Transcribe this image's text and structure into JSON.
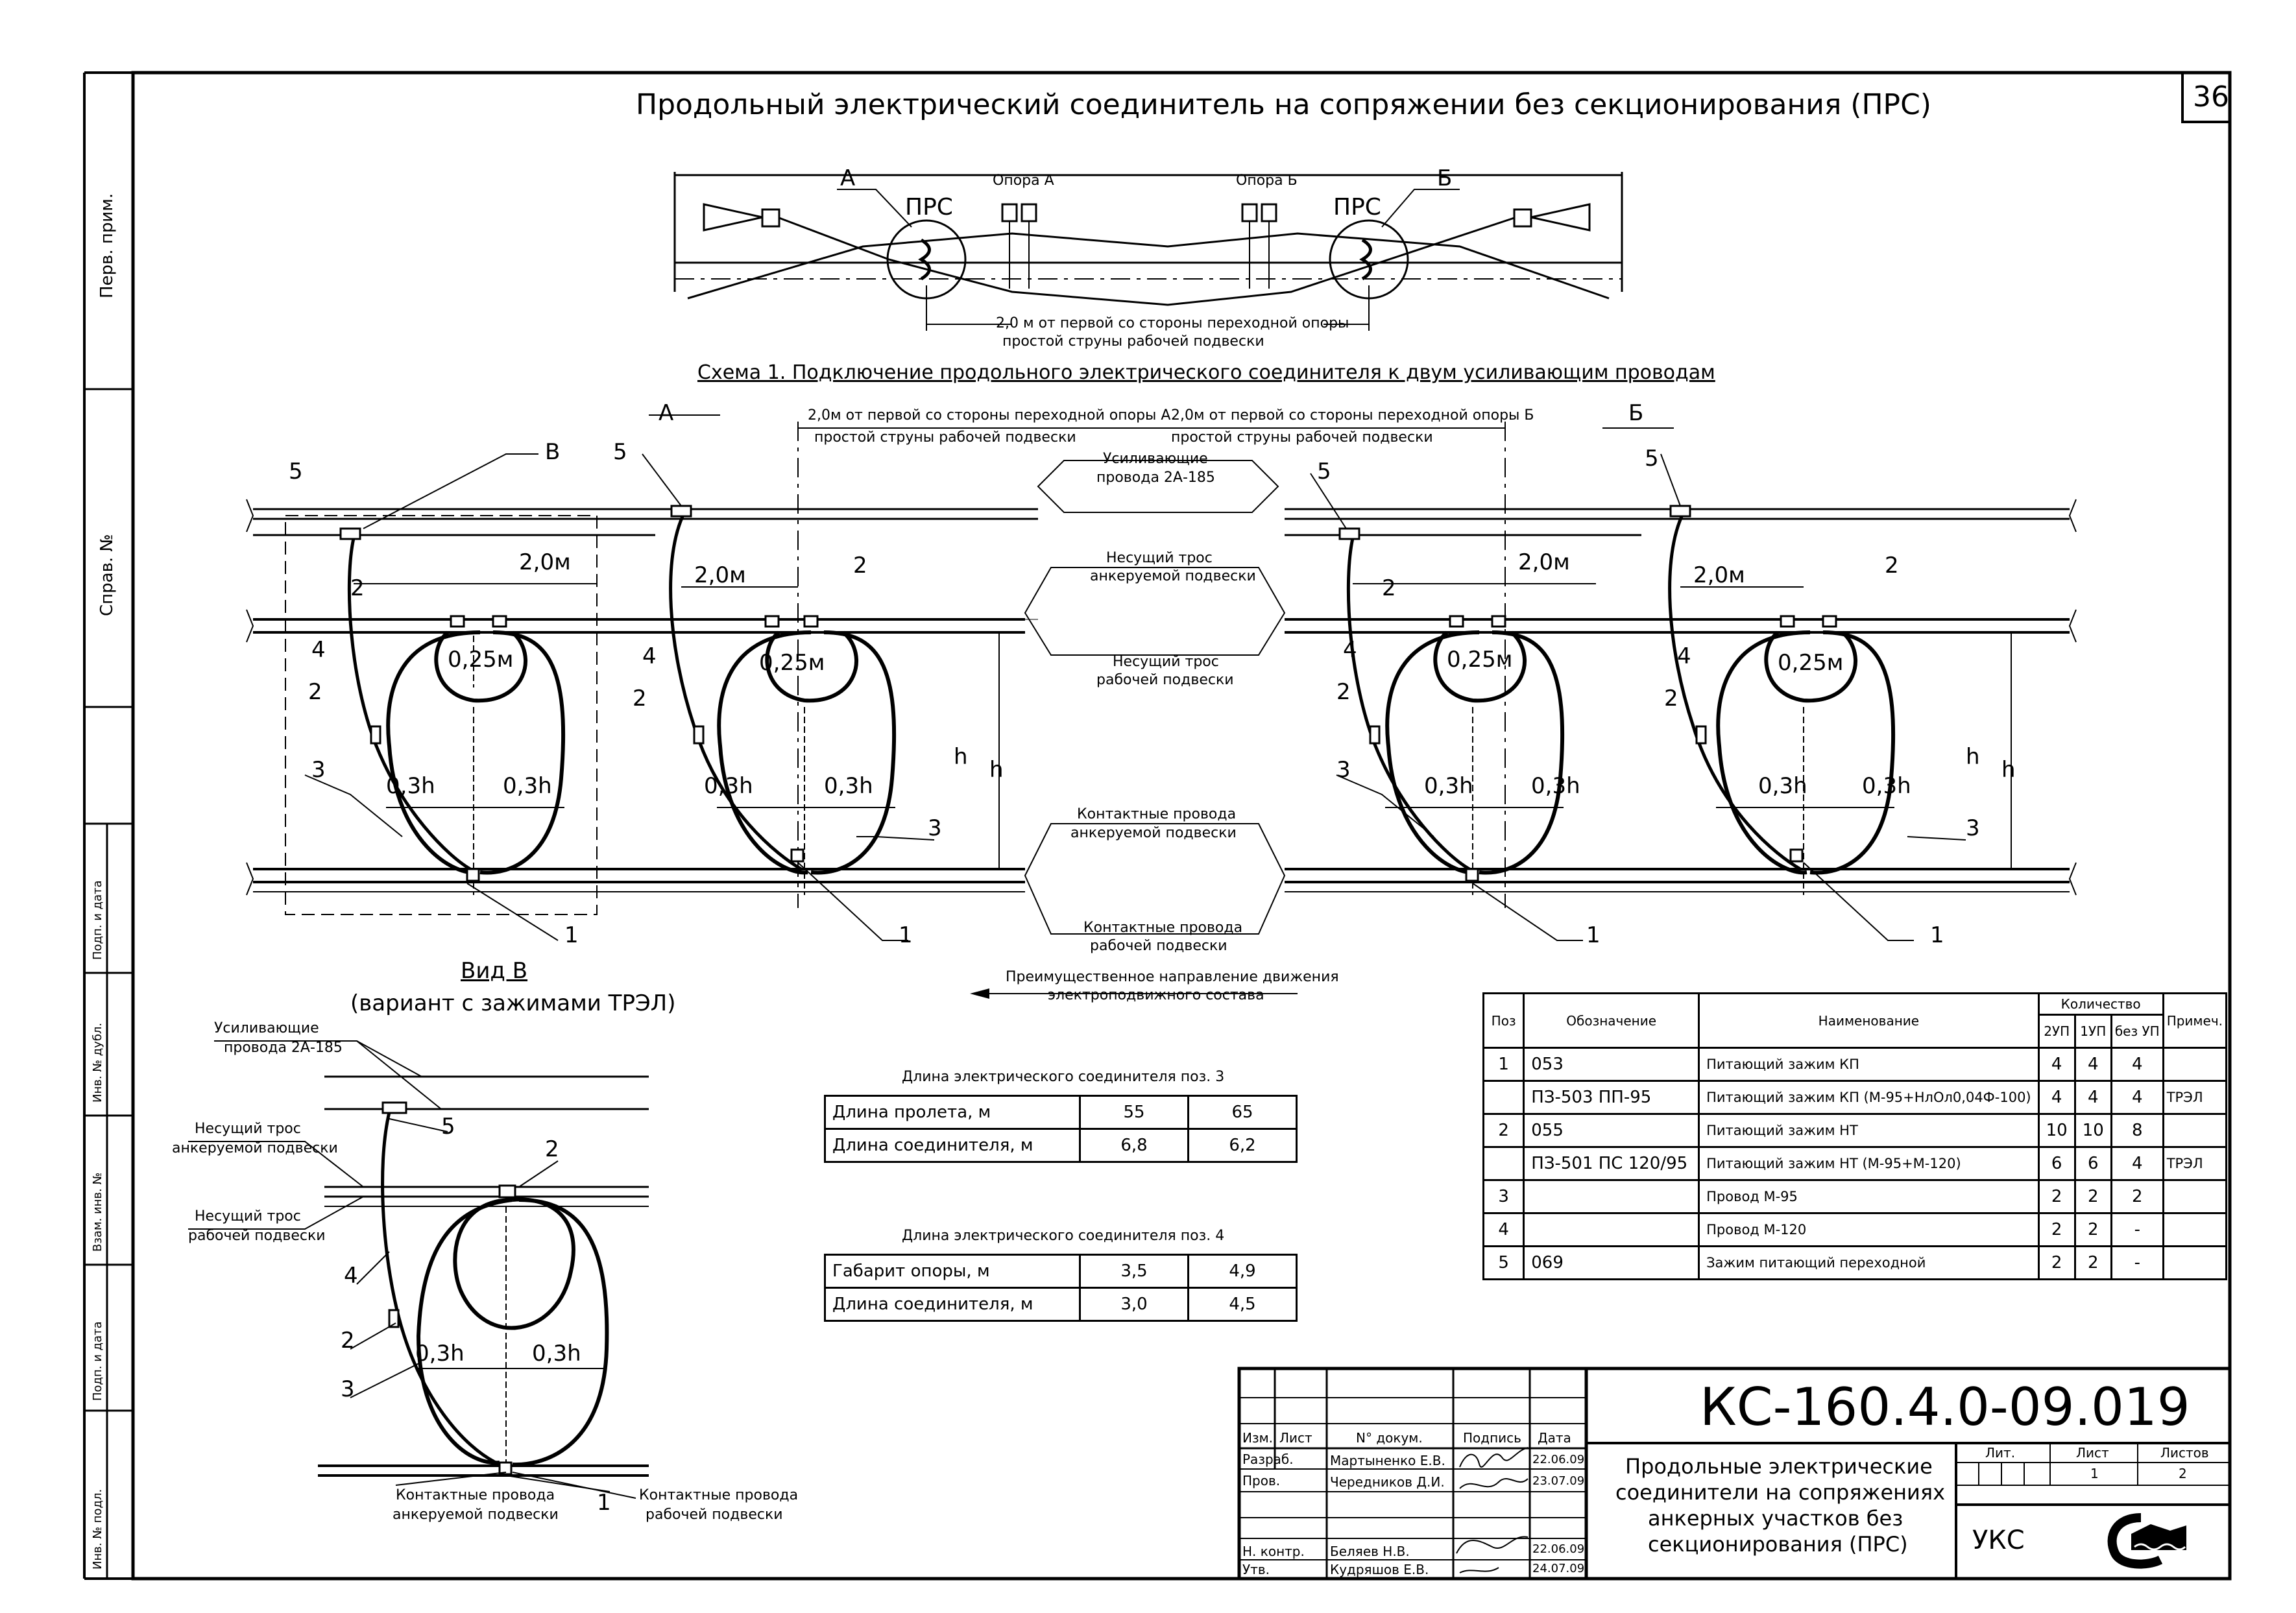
{
  "sheet": {
    "number": "36",
    "title": "Продольный электрический соединитель на сопряжении без секционирования (ПРС)",
    "doc_code": "КС-160.4.0-09.019"
  },
  "side_stamp": [
    "Перв. прим.",
    "Справ. №",
    "Подп. и дата",
    "Инв. № дубл.",
    "Взам. инв. №",
    "Подп. и дата",
    "Инв. № подл."
  ],
  "top_scheme": {
    "label_a": "А",
    "label_b": "Б",
    "prs_left": "ПРС",
    "prs_right": "ПРС",
    "support_a": "Опора А",
    "support_b": "Опора Б",
    "note_line1": "2,0 м от первой со стороны переходной опоры",
    "note_line2": "простой струны рабочей подвески"
  },
  "scheme1": {
    "caption": "Схема 1. Подключение продольного электрического соединителя к двум усиливающим проводам",
    "label_a": "А",
    "label_b": "Б",
    "label_v": "В",
    "note_a_line1": "2,0м от первой со стороны переходной опоры А",
    "note_a_line2": "простой струны рабочей подвески",
    "note_b_line1": "2,0м от первой со стороны переходной опоры Б",
    "note_b_line2": "простой струны рабочей подвески",
    "reinforcing_line1": "Усиливающие",
    "reinforcing_line2": "провода 2А-185",
    "carrier_anchor_line1": "Несущий трос",
    "carrier_anchor_line2": "анкеруемой подвески",
    "carrier_work_line1": "Несущий трос",
    "carrier_work_line2": "рабочей подвески",
    "contact_anchor_line1": "Контактные провода",
    "contact_anchor_line2": "анкеруемой подвески",
    "contact_work_line1": "Контактные провода",
    "contact_work_line2": "рабочей подвески",
    "direction_line1": "Преимущественное направление движения",
    "direction_line2": "электроподвижного состава",
    "dim_2m": "2,0м",
    "dim_025": "0,25м",
    "dim_03h": "0,3h",
    "dim_h": "h",
    "pos": [
      "1",
      "2",
      "3",
      "4",
      "5"
    ]
  },
  "view_v": {
    "title": "Вид В",
    "subtitle": "(вариант с зажимами ТРЭЛ)",
    "reinforcing_line1": "Усиливающие",
    "reinforcing_line2": "провода 2А-185",
    "carrier_anchor_line1": "Несущий трос",
    "carrier_anchor_line2": "анкеруемой подвески",
    "carrier_work_line1": "Несущий трос",
    "carrier_work_line2": "рабочей подвески",
    "contact_anchor_line1": "Контактные провода",
    "contact_anchor_line2": "анкеруемой подвески",
    "contact_work_line1": "Контактные провода",
    "contact_work_line2": "рабочей подвески"
  },
  "length_table_3": {
    "caption": "Длина электрического соединителя поз. 3",
    "rows": [
      [
        "Длина пролета, м",
        "55",
        "65"
      ],
      [
        "Длина соединителя, м",
        "6,8",
        "6,2"
      ]
    ]
  },
  "length_table_4": {
    "caption": "Длина электрического соединителя поз. 4",
    "rows": [
      [
        "Габарит опоры, м",
        "3,5",
        "4,9"
      ],
      [
        "Длина соединителя, м",
        "3,0",
        "4,5"
      ]
    ]
  },
  "spec_table": {
    "headers": {
      "pos": "Поз",
      "designation": "Обозначение",
      "name": "Наименование",
      "quantity": "Количество",
      "q1": "2УП",
      "q2": "1УП",
      "q3": "без УП",
      "note": "Примеч."
    },
    "rows": [
      {
        "pos": "1",
        "designation": "053",
        "name": "Питающий зажим КП",
        "q1": "4",
        "q2": "4",
        "q3": "4",
        "note": ""
      },
      {
        "pos": "",
        "designation": "ПЗ-503 ПП-95",
        "name": "Питающий зажим КП (М-95+НлОл0,04Ф-100)",
        "q1": "4",
        "q2": "4",
        "q3": "4",
        "note": "ТРЭЛ"
      },
      {
        "pos": "2",
        "designation": "055",
        "name": "Питающий зажим НТ",
        "q1": "10",
        "q2": "10",
        "q3": "8",
        "note": ""
      },
      {
        "pos": "",
        "designation": "ПЗ-501 ПС 120/95",
        "name": "Питающий зажим НТ (М-95+М-120)",
        "q1": "6",
        "q2": "6",
        "q3": "4",
        "note": "ТРЭЛ"
      },
      {
        "pos": "3",
        "designation": "",
        "name": "Провод М-95",
        "q1": "2",
        "q2": "2",
        "q3": "2",
        "note": ""
      },
      {
        "pos": "4",
        "designation": "",
        "name": "Провод М-120",
        "q1": "2",
        "q2": "2",
        "q3": "-",
        "note": ""
      },
      {
        "pos": "5",
        "designation": "069",
        "name": "Зажим питающий переходной",
        "q1": "2",
        "q2": "2",
        "q3": "-",
        "note": ""
      }
    ]
  },
  "title_block": {
    "col_izm": "Изм.",
    "col_list": "Лист",
    "col_doc": "N° докум.",
    "col_sign": "Подпись",
    "col_date": "Дата",
    "roles": [
      {
        "role": "Разраб.",
        "name": "Мартыненко Е.В.",
        "date": "22.06.09"
      },
      {
        "role": "Пров.",
        "name": "Чередников Д.И.",
        "date": "23.07.09"
      },
      {
        "role": "",
        "name": "",
        "date": ""
      },
      {
        "role": "Н. контр.",
        "name": "Беляев Н.В.",
        "date": "22.06.09"
      },
      {
        "role": "Утв.",
        "name": "Кудряшов Е.В.",
        "date": "24.07.09"
      }
    ],
    "description": [
      "Продольные электрические",
      "соединители на сопряжениях",
      "анкерных участков без",
      "секционирования (ПРС)"
    ],
    "lit_label": "Лит.",
    "sheet_label": "Лист",
    "sheets_label": "Листов",
    "sheet_value": "1",
    "sheets_value": "2",
    "org": "УКС"
  }
}
